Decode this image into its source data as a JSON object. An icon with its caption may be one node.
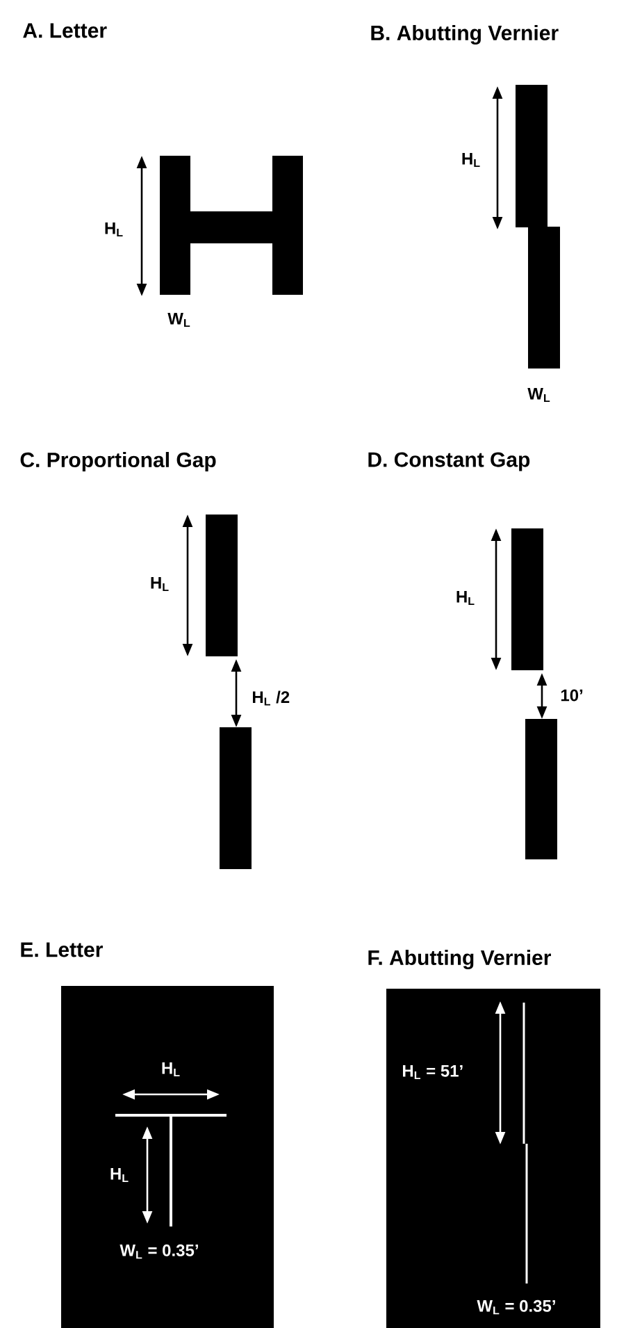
{
  "diagram": {
    "labels": [
      "A. Letter",
      "H$_{L}$",
      "W$_{L}$",
      "B. Abutting Vernier",
      "H$_{L}$",
      "W$_{L}$",
      "C. Proportional Gap",
      "H$_{L}$",
      "H$_{L}$ /2",
      "D. Constant Gap",
      "H$_{L}$",
      "10’",
      "E. Letter",
      "H$_{L}$",
      "H$_{L}$",
      "W$_{L}$ = 0.35’",
      "F. Abutting Vernier",
      "H$_{L}$ = 51’",
      "W$_{L}$ = 0.35’"
    ]
  }
}
